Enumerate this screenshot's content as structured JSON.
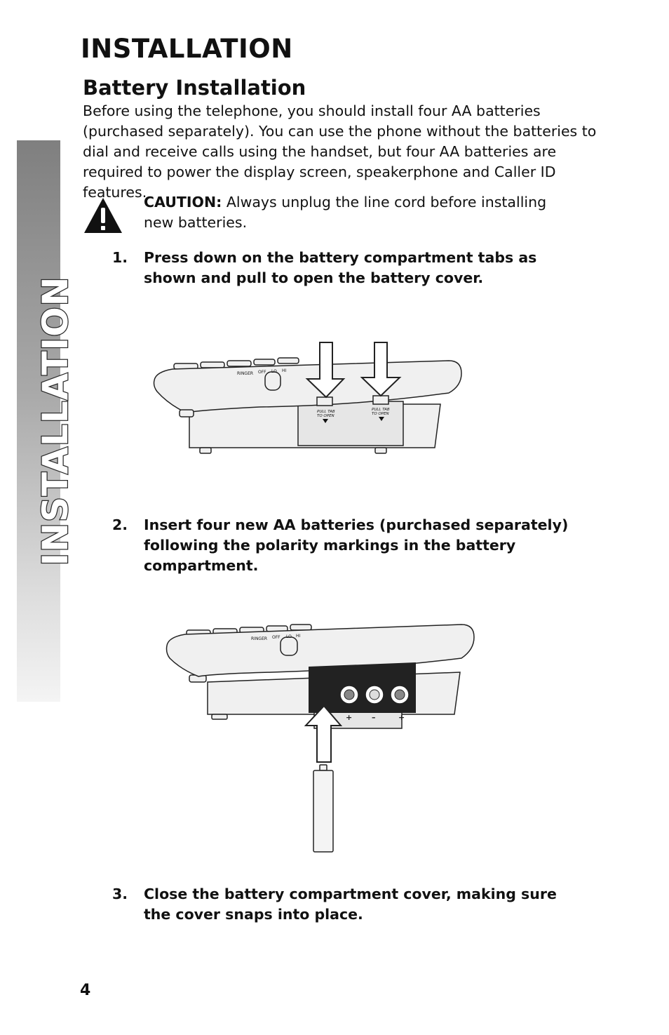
{
  "side_tab": {
    "text": "INSTALLATION"
  },
  "header": {
    "title": "INSTALLATION"
  },
  "section": {
    "title": "Battery Installation"
  },
  "intro": "Before using the telephone, you should install four AA batteries (purchased separately). You can use the phone without the batteries to dial and receive calls using the handset, but four AA batteries are required to power the display screen, speakerphone and Caller ID features.",
  "caution": {
    "label": "CAUTION:",
    "text": "Always unplug the line cord before installing new batteries."
  },
  "steps": [
    {
      "number": "1.",
      "text": "Press down on the battery compartment tabs as shown and pull to open the battery cover."
    },
    {
      "number": "2.",
      "text": "Insert four new AA batteries (purchased separately) following the polarity markings in the battery compartment."
    },
    {
      "number": "3.",
      "text": "Close the battery compartment cover, making sure the cover snaps into place."
    }
  ],
  "figure1": {
    "ringer": "RINGER",
    "off": "OFF",
    "lo": "LO",
    "hi": "HI",
    "tab_line1": "PULL TAB",
    "tab_line2": "TO OPEN"
  },
  "figure2": {
    "ringer": "RINGER",
    "off": "OFF",
    "lo": "LO",
    "hi": "HI",
    "plus": "+",
    "minus": "–"
  },
  "footer": {
    "page_number": "4"
  }
}
